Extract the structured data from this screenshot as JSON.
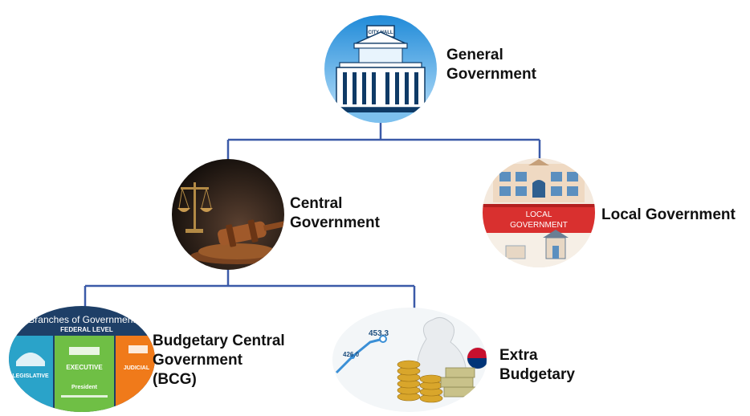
{
  "diagram": {
    "nodes": {
      "general": {
        "label": "General\nGovernment",
        "picture": "city-hall-icon",
        "picture_text": "CITY HALL"
      },
      "central": {
        "label": "Central\nGovernment",
        "picture": "gavel-and-scales-icon"
      },
      "local": {
        "label": "Local Government",
        "picture": "local-government-building-icon",
        "picture_text_line1": "LOCAL",
        "picture_text_line2": "GOVERNMENT"
      },
      "bcg": {
        "label": "Budgetary Central\nGovernment\n(BCG)",
        "picture": "branches-of-government-icon",
        "picture_header": "Branches of Government",
        "picture_subheader": "FEDERAL LEVEL",
        "picture_col1": "LEGISLATIVE",
        "picture_col2": "EXECUTIVE",
        "picture_col2_sub": "President",
        "picture_col3": "JUDICIAL"
      },
      "extra": {
        "label": "Extra\nBudgetary",
        "picture": "money-bags-chart-icon",
        "picture_value1": "453.3",
        "picture_value2": "426.0"
      }
    },
    "edges": [
      [
        "general",
        "central"
      ],
      [
        "general",
        "local"
      ],
      [
        "central",
        "bcg"
      ],
      [
        "central",
        "extra"
      ]
    ],
    "colors": {
      "connector": "#3b5aa8",
      "accent_blue": "#3a8fd6",
      "local_red": "#d9302f"
    }
  }
}
